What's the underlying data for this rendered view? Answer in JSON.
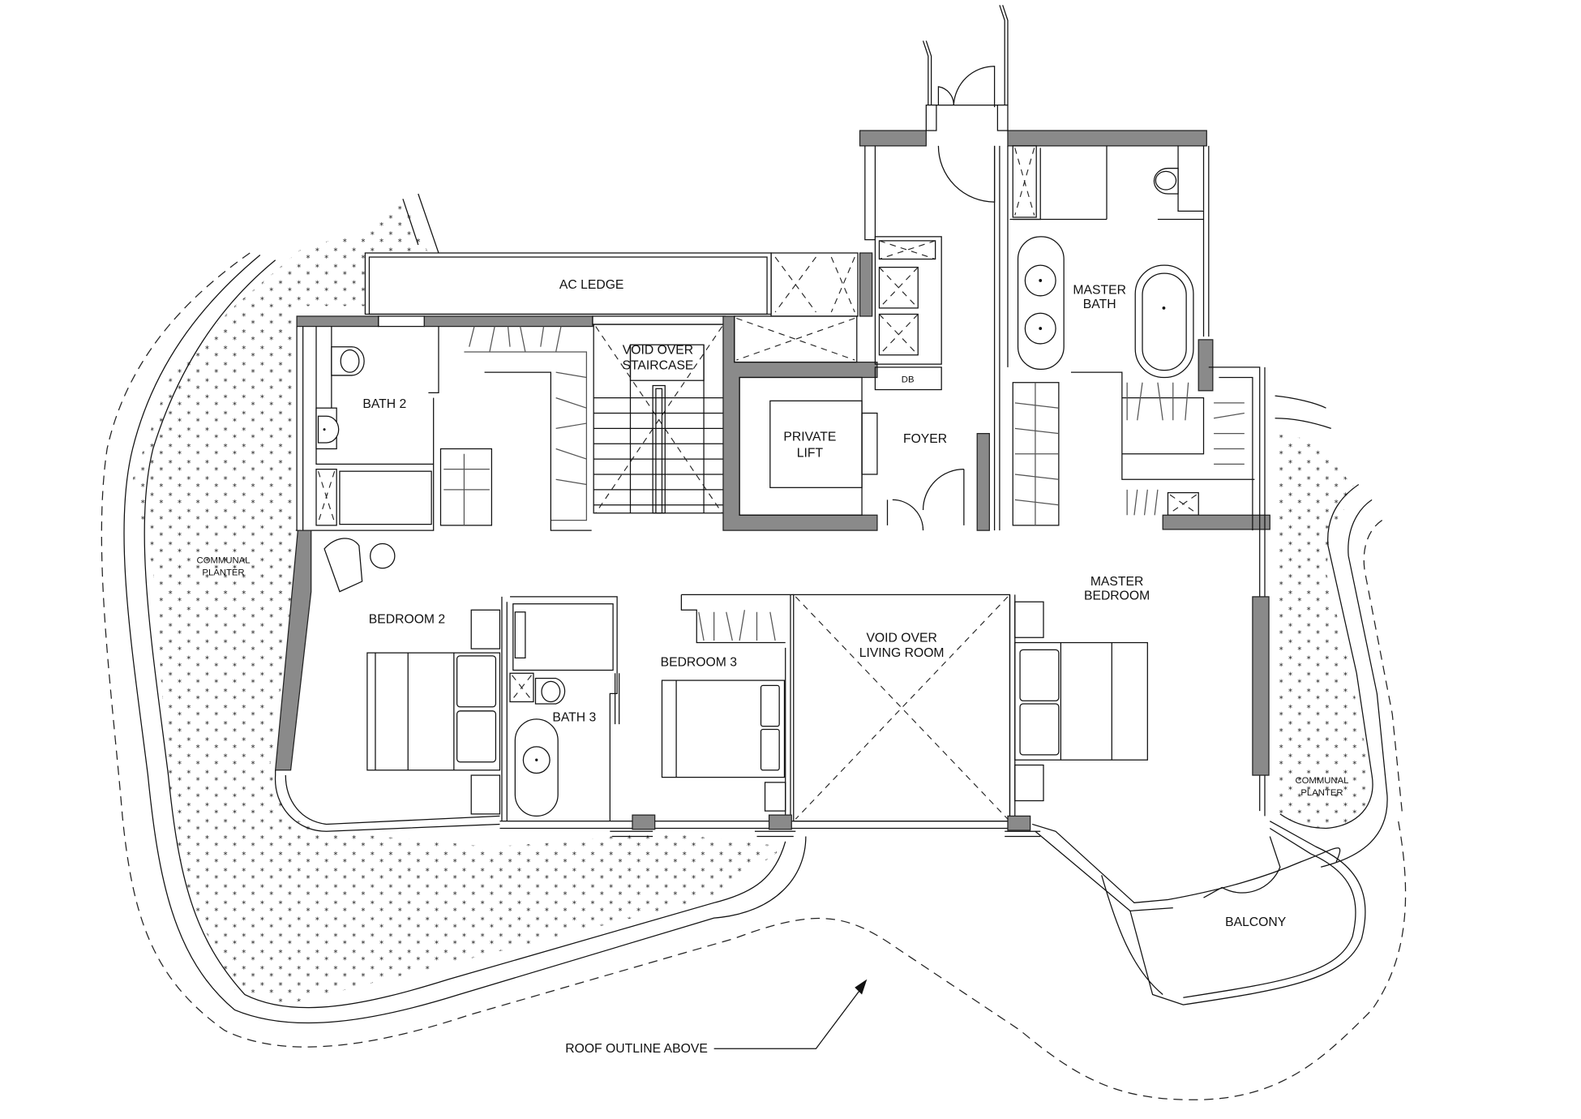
{
  "drawing": {
    "type": "floor plan",
    "background": "#ffffff",
    "wall_color": "#8a8a8a",
    "line_color": "#111111"
  },
  "rooms": {
    "ac_ledge": "AC LEDGE",
    "void_staircase_1": "VOID OVER",
    "void_staircase_2": "STAIRCASE",
    "bath2": "BATH 2",
    "private_lift_1": "PRIVATE",
    "private_lift_2": "LIFT",
    "foyer": "FOYER",
    "db": "DB",
    "master_bath_1": "MASTER",
    "master_bath_2": "BATH",
    "master_bedroom_1": "MASTER",
    "master_bedroom_2": "BEDROOM",
    "bedroom2": "BEDROOM 2",
    "bath3": "BATH 3",
    "bedroom3": "BEDROOM 3",
    "void_living_1": "VOID OVER",
    "void_living_2": "LIVING ROOM",
    "balcony": "BALCONY"
  },
  "planters": {
    "left_1": "COMMUNAL",
    "left_2": "PLANTER",
    "right_1": "COMMUNAL",
    "right_2": "PLANTER"
  },
  "annotations": {
    "roof_outline": "ROOF OUTLINE ABOVE"
  }
}
